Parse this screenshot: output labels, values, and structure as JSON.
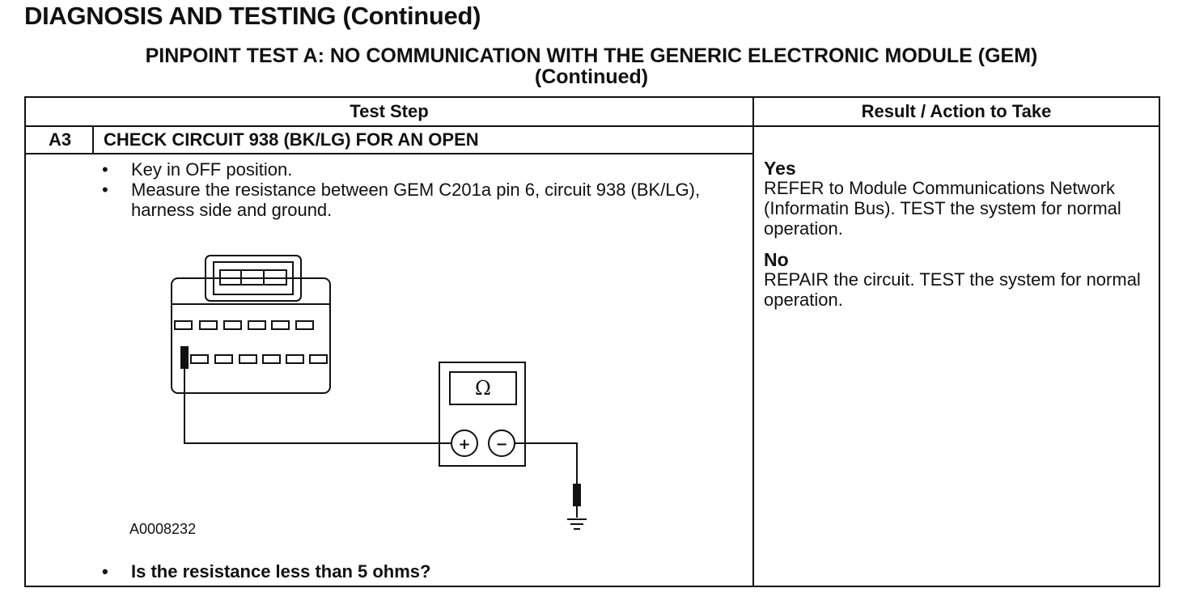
{
  "header": {
    "page_title": "DIAGNOSIS AND TESTING (Continued)",
    "test_title_line1": "PINPOINT TEST  A: NO COMMUNICATION WITH THE GENERIC ELECTRONIC MODULE (GEM)",
    "test_title_line2": "(Continued)"
  },
  "table": {
    "col_test_step": "Test Step",
    "col_result": "Result / Action to Take",
    "step": {
      "id": "A3",
      "title": "CHECK CIRCUIT 938 (BK/LG) FOR AN OPEN",
      "bullets": [
        "Key in OFF position.",
        "Measure the resistance between GEM C201a pin 6, circuit 938 (BK/LG), harness side and ground."
      ],
      "figure_id": "A0008232",
      "question": "Is the resistance less than 5 ohms?"
    },
    "results": [
      {
        "lead": "Yes",
        "text": "REFER to  Module Communications Network (Informatin Bus). TEST the system for normal operation."
      },
      {
        "lead": "No",
        "text": "REPAIR the circuit. TEST the system for normal operation."
      }
    ]
  },
  "diagram": {
    "meter_symbol": "Ω",
    "plus_symbol": "+",
    "minus_symbol": "−"
  },
  "bullet_symbol": "•"
}
